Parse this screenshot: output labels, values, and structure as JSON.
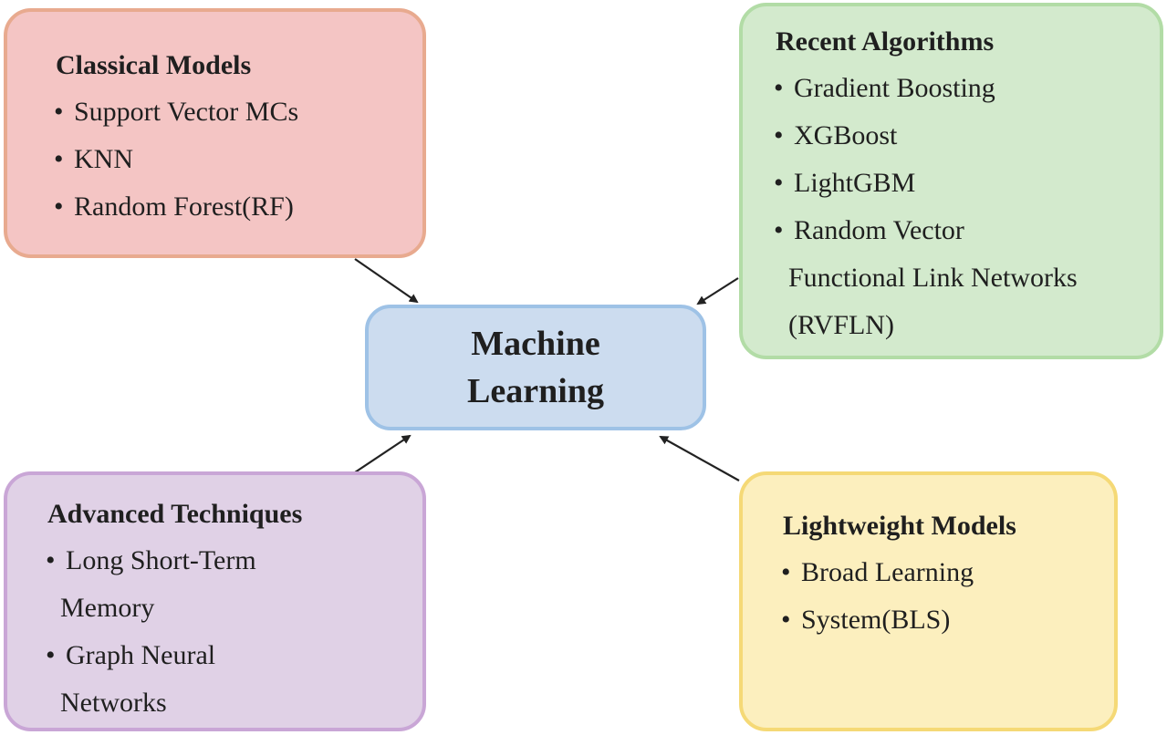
{
  "center": {
    "label": "Machine\nLearning"
  },
  "classical": {
    "title": "Classical Models",
    "items": [
      "Support Vector MCs",
      "KNN",
      "Random Forest(RF)"
    ]
  },
  "recent": {
    "title": "Recent Algorithms",
    "items": [
      "Gradient Boosting",
      "XGBoost",
      "LightGBM"
    ],
    "item4_line1": "Random Vector",
    "item4_line2": "Functional Link Networks",
    "item4_line3": "(RVFLN)"
  },
  "advanced": {
    "title": "Advanced Techniques",
    "item1_line1": "Long Short-Term",
    "item1_line2": "Memory",
    "item2_line1": "Graph Neural",
    "item2_line2": "Networks"
  },
  "lightweight": {
    "title": "Lightweight Models",
    "items": [
      "Broad Learning",
      "System(BLS)"
    ]
  },
  "bullet": "•",
  "colors": {
    "classical_fill": "#f4c5c4",
    "recent_fill": "#d3eacd",
    "advanced_fill": "#e0d1e6",
    "lightweight_fill": "#fcefbe",
    "center_fill": "#ccdcef",
    "arrow": "#222222"
  }
}
